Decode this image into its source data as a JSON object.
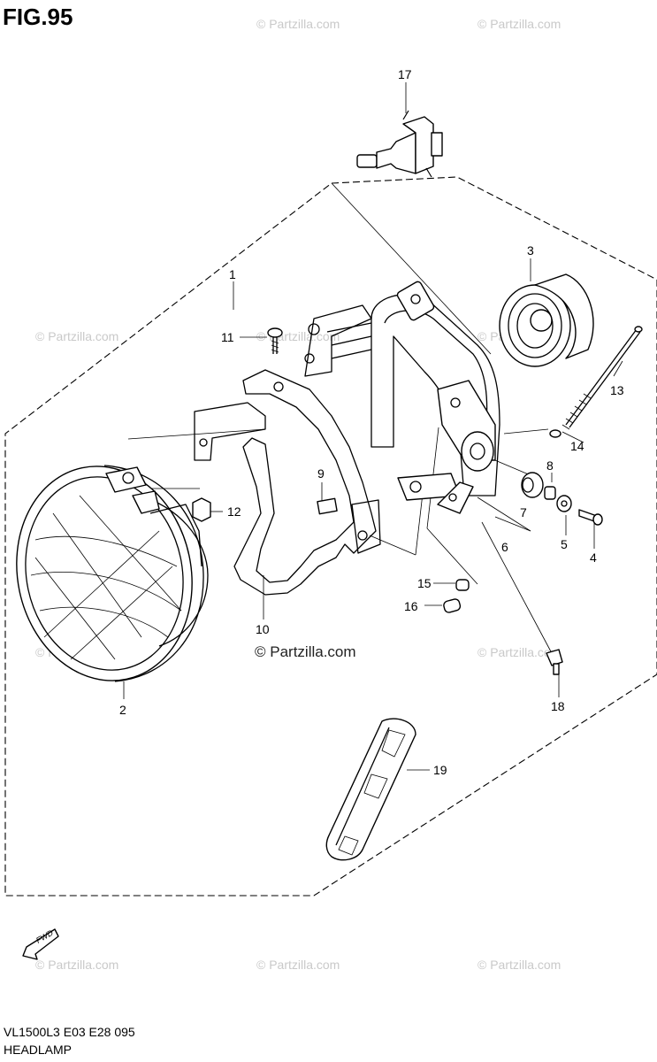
{
  "figure": {
    "title": "FIG.95"
  },
  "watermark": {
    "text": "© Partzilla.com"
  },
  "parts": [
    {
      "id": "1",
      "label": "1"
    },
    {
      "id": "2",
      "label": "2"
    },
    {
      "id": "3",
      "label": "3"
    },
    {
      "id": "4",
      "label": "4"
    },
    {
      "id": "5",
      "label": "5"
    },
    {
      "id": "6",
      "label": "6"
    },
    {
      "id": "7",
      "label": "7"
    },
    {
      "id": "8",
      "label": "8"
    },
    {
      "id": "9",
      "label": "9"
    },
    {
      "id": "10",
      "label": "10"
    },
    {
      "id": "11",
      "label": "11"
    },
    {
      "id": "12",
      "label": "12"
    },
    {
      "id": "13",
      "label": "13"
    },
    {
      "id": "14",
      "label": "14"
    },
    {
      "id": "15",
      "label": "15"
    },
    {
      "id": "16",
      "label": "16"
    },
    {
      "id": "17",
      "label": "17"
    },
    {
      "id": "18",
      "label": "18"
    },
    {
      "id": "19",
      "label": "19"
    }
  ],
  "fwd_badge": {
    "text": "FWD"
  },
  "footer": {
    "model_code": "VL1500L3  E03  E28  095",
    "assembly_name": "HEADLAMP"
  }
}
